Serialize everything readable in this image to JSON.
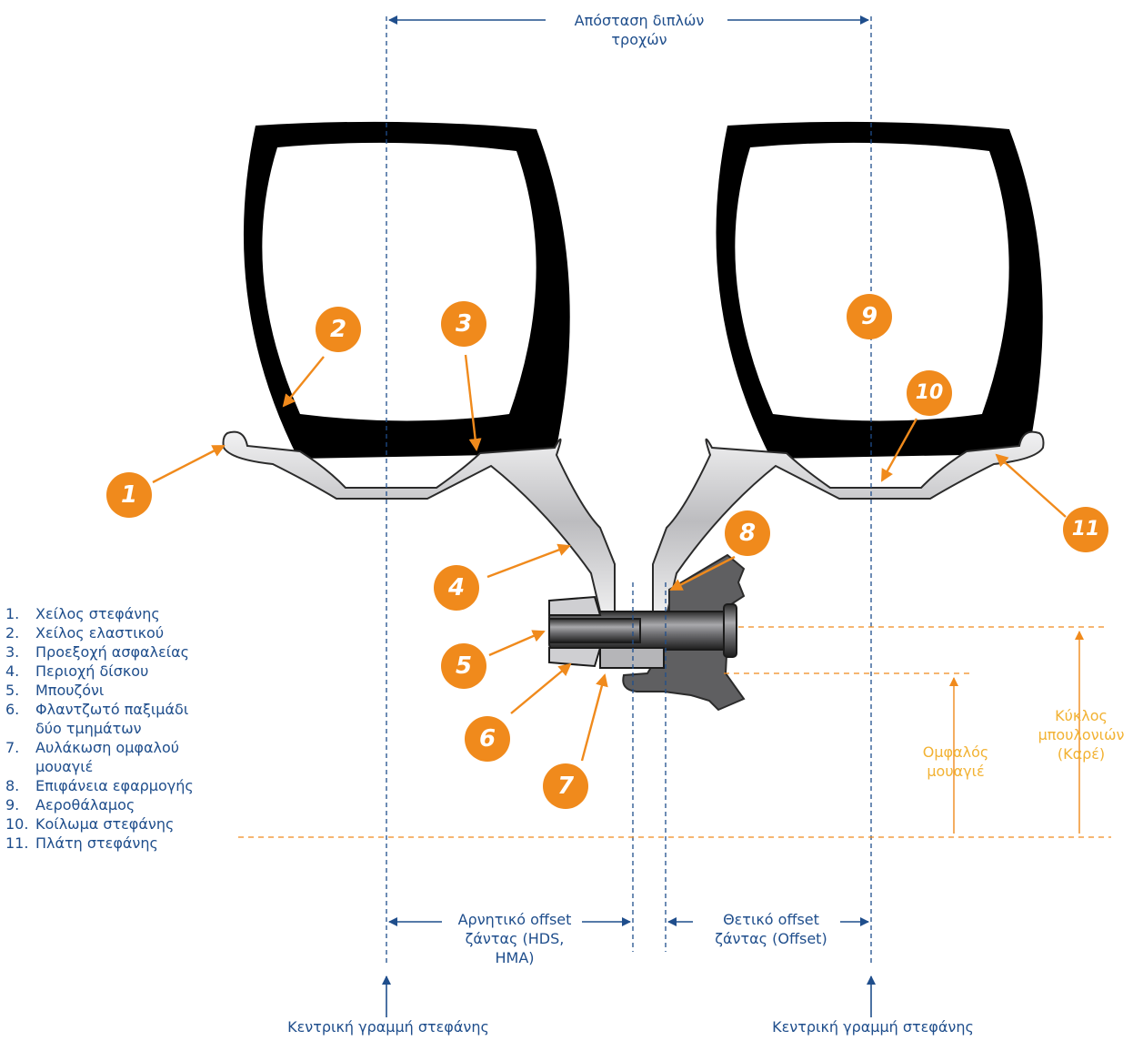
{
  "labels": {
    "dual_spacing": "Απόσταση διπλών τροχών",
    "negative_offset": "Αρνητικό offset ζάντας (HDS, HMA)",
    "positive_offset": "Θετικό offset ζάντας (Offset)",
    "centerline_left": "Κεντρική γραμμή στεφάνης",
    "centerline_right": "Κεντρική γραμμή στεφάνης",
    "hub_pilot": "Ομφαλός μουαγιέ",
    "bolt_circle": "Κύκλος μπουλονιών (Καρέ)"
  },
  "badges": [
    "1",
    "2",
    "3",
    "4",
    "5",
    "6",
    "7",
    "8",
    "9",
    "10",
    "11"
  ],
  "legend": [
    {
      "num": "1.",
      "text": "Χείλος στεφάνης"
    },
    {
      "num": "2.",
      "text": "Χείλος ελαστικού"
    },
    {
      "num": "3.",
      "text": "Προεξοχή ασφαλείας"
    },
    {
      "num": "4.",
      "text": "Περιοχή δίσκου"
    },
    {
      "num": "5.",
      "text": "Μπουζόνι"
    },
    {
      "num": "6.",
      "text": "Φλαντζωτό παξιμάδι δύο τμημάτων"
    },
    {
      "num": "7.",
      "text": "Αυλάκωση ομφαλού μουαγιέ"
    },
    {
      "num": "8.",
      "text": "Επιφάνεια εφαρμογής"
    },
    {
      "num": "9.",
      "text": "Αεροθάλαμος"
    },
    {
      "num": "10.",
      "text": "Κοίλωμα στεφάνης"
    },
    {
      "num": "11.",
      "text": "Πλάτη στεφάνης"
    }
  ],
  "colors": {
    "navy": "#1f4e8c",
    "orange": "#f08a1c",
    "orange_text": "#f2b233",
    "tire": "#000000",
    "hub": "#5f5f61",
    "rim": "#c9c9cc"
  }
}
